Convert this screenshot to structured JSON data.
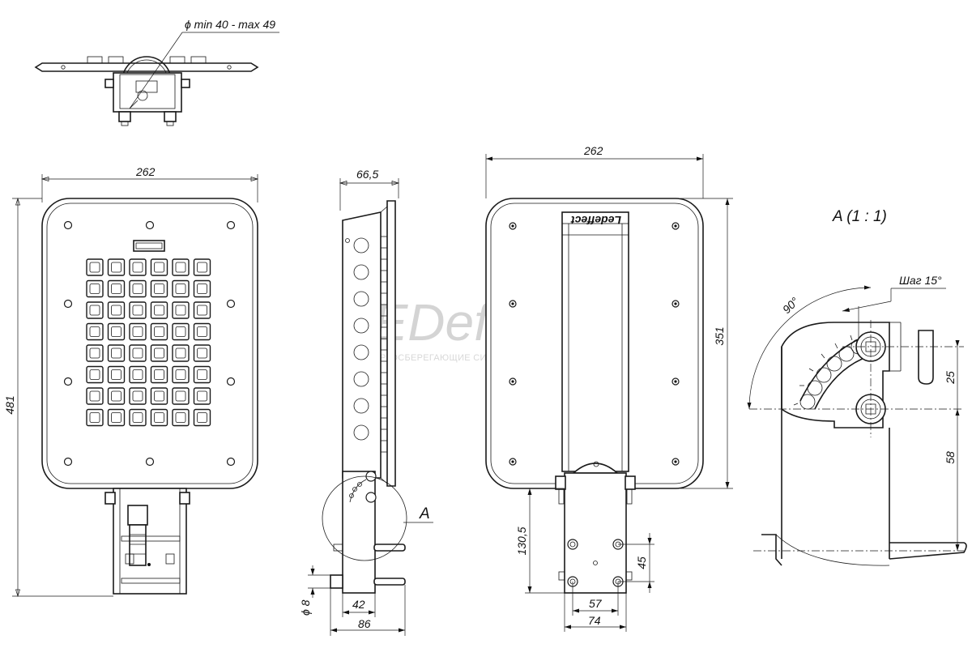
{
  "watermark": {
    "brand": "LEDeffect",
    "tagline": "ЭНЕРГОСБЕРЕГАЮЩИЕ СИСТЕМЫ ОСВЕЩЕНИЯ"
  },
  "top_view": {
    "pipe_diameter_note": "ϕ min 40 - max 49"
  },
  "front_view": {
    "width": "262",
    "height": "481"
  },
  "side_view": {
    "depth": "66,5",
    "callout": "A",
    "bolt_diameter": "ϕ 8",
    "bracket_inner": "42",
    "bracket_outer": "86"
  },
  "rear_view": {
    "width": "262",
    "height": "351",
    "bracket_height": "130,5",
    "hole_spacing_vertical": "45",
    "hole_spacing_horizontal": "57",
    "bracket_width": "74",
    "label_plate": "Ledeffect"
  },
  "detail_view": {
    "title": "A (1 : 1)",
    "step_label": "Шаг 15°",
    "angle": "90°",
    "dim_upper": "25",
    "dim_lower": "58"
  }
}
